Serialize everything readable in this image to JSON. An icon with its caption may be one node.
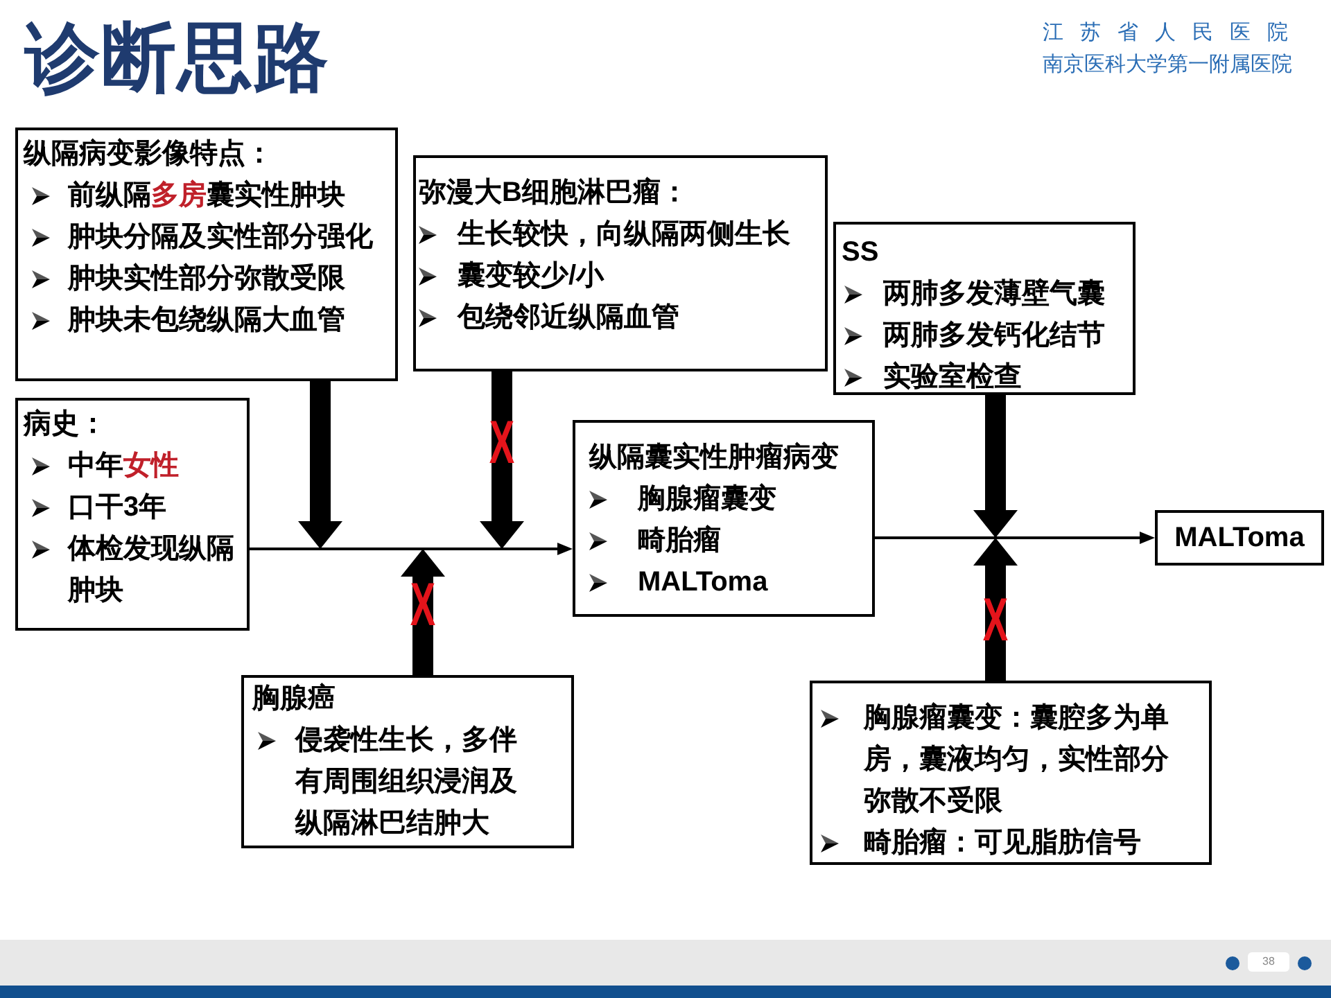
{
  "diagram": {
    "title": "诊断思路",
    "nodes": [
      {
        "text": [
          "纵隔病变影像特点：",
          "前纵隔**多房**囊实性肿块",
          "肿块分隔及实性部分强化",
          "肿块实性部分弥散受限",
          "肿块未包绕纵隔大血管"
        ]
      },
      {
        "text": [
          "弥漫大B细胞淋巴瘤：",
          "生长较快，向纵隔两侧生长",
          "囊变较少/小",
          "包绕邻近纵隔血管"
        ]
      },
      {
        "text": [
          "SS",
          "两肺多发薄壁气囊",
          "两肺多发钙化结节",
          "实验室检查"
        ]
      },
      {
        "text": [
          "病史：",
          "中年**女性**",
          "口干3年",
          "体检发现纵隔肿块"
        ]
      },
      {
        "text": [
          "纵隔囊实性肿瘤病变",
          "胸腺瘤囊变",
          "畸胎瘤",
          "MALToma"
        ]
      },
      {
        "text": [
          "MALToma"
        ]
      },
      {
        "text": [
          "胸腺癌",
          "侵袭性生长，多伴有周围组织浸润及纵隔淋巴结肿大"
        ]
      },
      {
        "text": [
          "胸腺瘤囊变：囊腔多为单房，囊液均匀，实性部分弥散不受限",
          "畸胎瘤：可见脂肪信号"
        ]
      }
    ],
    "edges": [
      {
        "from": 0,
        "to": 4,
        "arrow": "to"
      },
      {
        "from": 1,
        "to": 4,
        "arrow": "to",
        "label": "X"
      },
      {
        "from": 2,
        "to": 5,
        "arrow": "to"
      },
      {
        "from": 3,
        "to": 4,
        "arrow": "to"
      },
      {
        "from": 4,
        "to": 5,
        "arrow": "to"
      },
      {
        "from": 6,
        "to": 4,
        "arrow": "to",
        "label": "X"
      },
      {
        "from": 7,
        "to": 5,
        "arrow": "to",
        "label": "X"
      }
    ],
    "labels": [
      "江苏省人民医院",
      "南京医科大学第一附属医院",
      "38"
    ]
  }
}
